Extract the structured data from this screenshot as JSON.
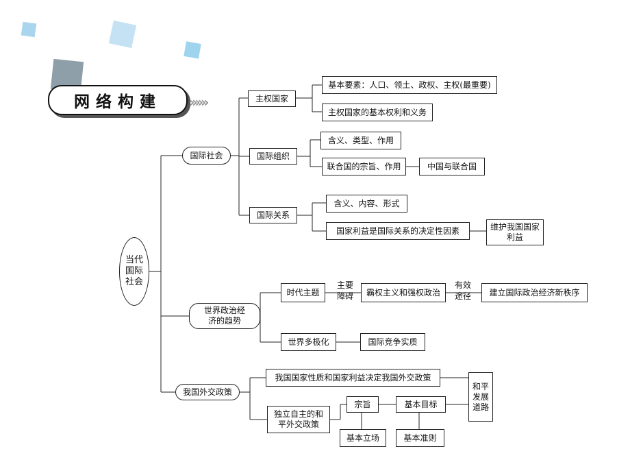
{
  "title": "网络构建",
  "root": "当代\n国际\n社会",
  "branches": {
    "intl_society": "国际社会",
    "world_trend": "世界政治经\n济的趋势",
    "foreign_policy": "我国外交政策"
  },
  "intl_society": {
    "sovereign_state": "主权国家",
    "sovereign_elements": "基本要素：人口、领土、政权、主权(最重要)",
    "sovereign_rights": "主权国家的基本权利和义务",
    "intl_org": "国际组织",
    "org_meaning": "含义、类型、作用",
    "un_purpose": "联合国的宗旨、作用",
    "china_un": "中国与联合国",
    "intl_relations": "国际关系",
    "rel_meaning": "含义、内容、形式",
    "national_interest": "国家利益是国际关系的决定性因素",
    "protect_interest": "维护我国国家\n利益"
  },
  "world_trend": {
    "era_theme": "时代主题",
    "main_obstacle": "主要\n障碍",
    "hegemony": "霸权主义和强权政治",
    "effective_way": "有效\n途径",
    "new_order": "建立国际政治经济新秩序",
    "multipolar": "世界多极化",
    "competition": "国际竞争实质"
  },
  "foreign_policy": {
    "decided_by": "我国国家性质和国家利益决定我国外交政策",
    "independent": "独立自主的和\n平外交政策",
    "purpose": "宗旨",
    "basic_goal": "基本目标",
    "basic_stance": "基本立场",
    "basic_principle": "基本准则",
    "peaceful_path": "和平\n发展\n道路"
  }
}
